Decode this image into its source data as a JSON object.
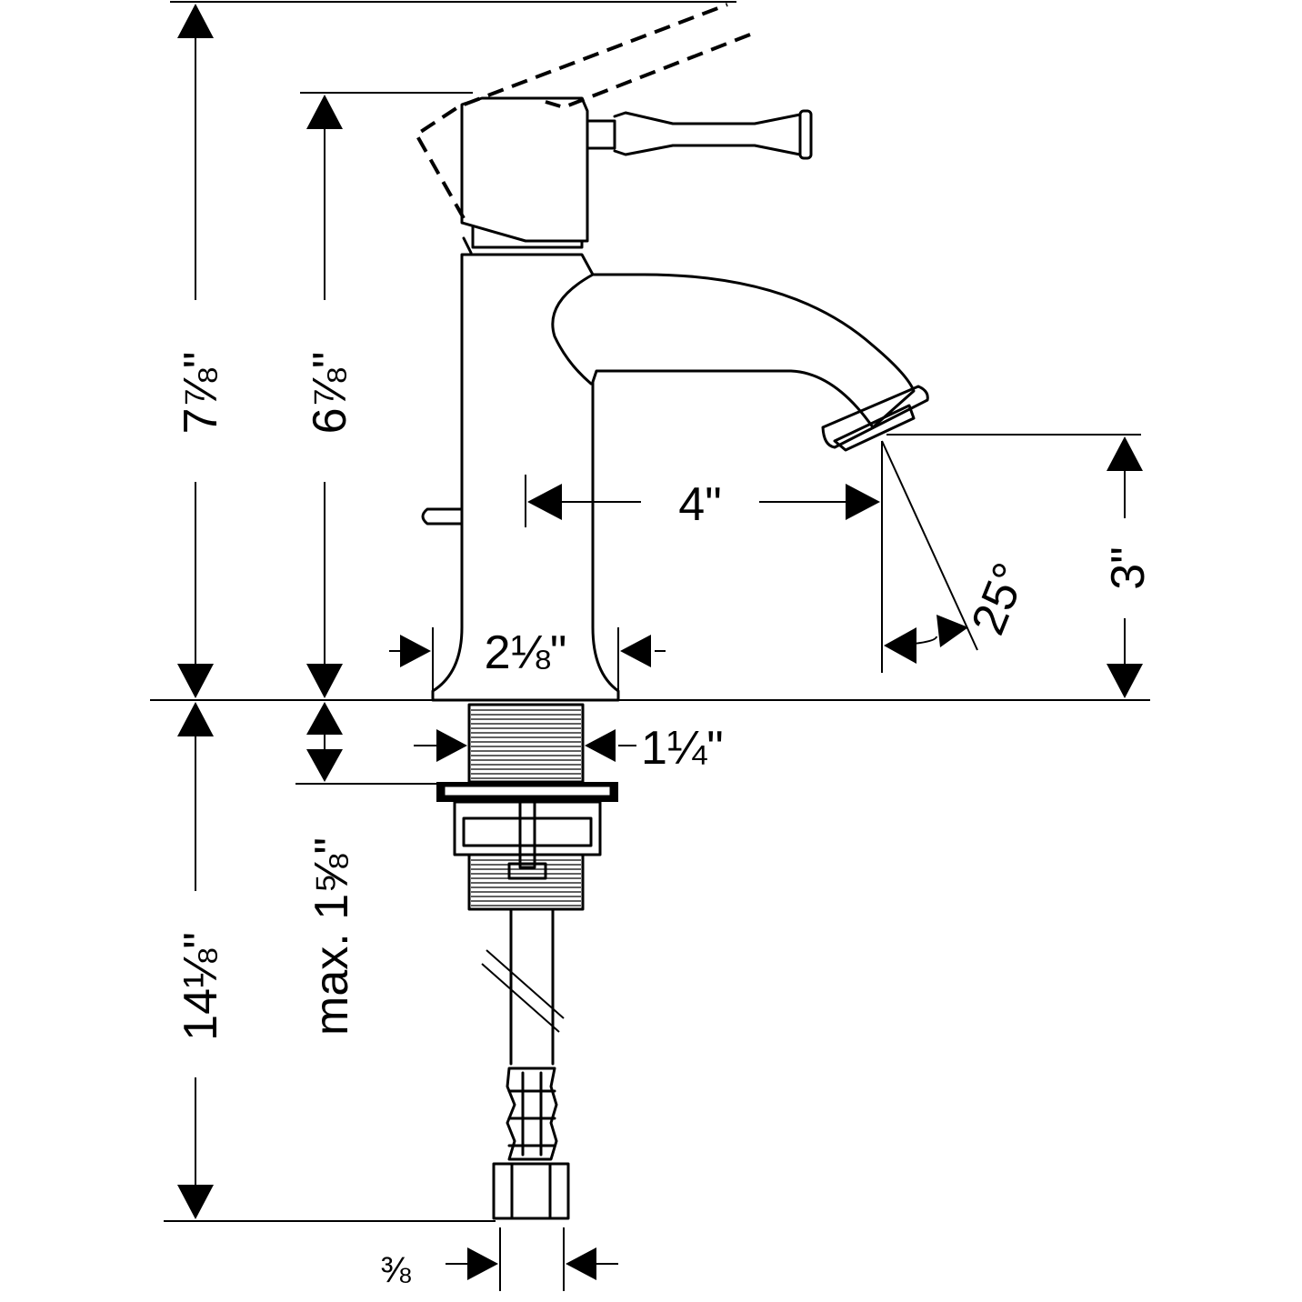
{
  "dimensions": {
    "overall_height": "7⅞\"",
    "body_height": "6⅞\"",
    "spout_reach": "4\"",
    "spout_clearance": "3\"",
    "spout_angle": "25°",
    "base_diameter": "2⅛\"",
    "shank_diameter": "1¼\"",
    "max_deck_thickness": "max. 1⅝\"",
    "supply_hose_length": "14⅛\"",
    "supply_connection": "⅜"
  }
}
